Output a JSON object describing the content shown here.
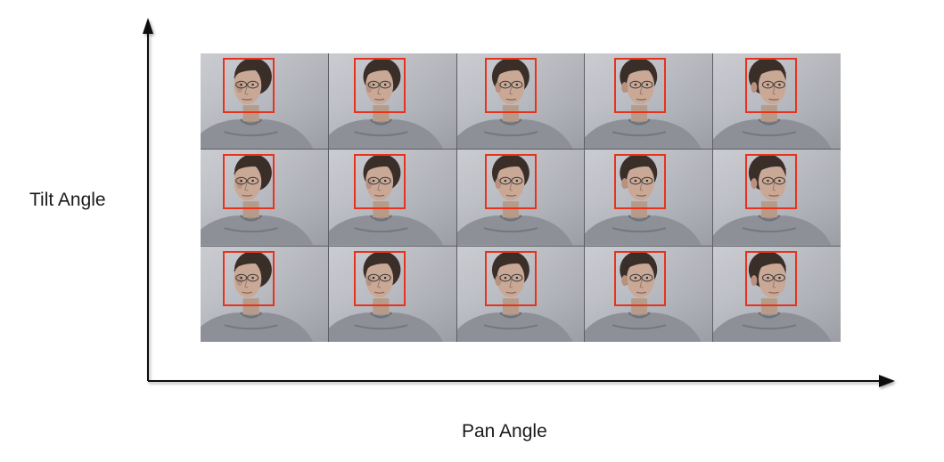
{
  "axes": {
    "y_label": "Tilt Angle",
    "x_label": "Pan Angle"
  },
  "grid": {
    "rows": 3,
    "cols": 5,
    "face_box_color": "#e8331c",
    "cells": [
      {
        "pan": 0,
        "tilt": 0,
        "face_turn": -0.55
      },
      {
        "pan": 1,
        "tilt": 0,
        "face_turn": -0.25
      },
      {
        "pan": 2,
        "tilt": 0,
        "face_turn": 0.0
      },
      {
        "pan": 3,
        "tilt": 0,
        "face_turn": 0.2
      },
      {
        "pan": 4,
        "tilt": 0,
        "face_turn": 0.5
      },
      {
        "pan": 0,
        "tilt": 1,
        "face_turn": -0.55
      },
      {
        "pan": 1,
        "tilt": 1,
        "face_turn": -0.25
      },
      {
        "pan": 2,
        "tilt": 1,
        "face_turn": 0.0
      },
      {
        "pan": 3,
        "tilt": 1,
        "face_turn": 0.2
      },
      {
        "pan": 4,
        "tilt": 1,
        "face_turn": 0.5
      },
      {
        "pan": 0,
        "tilt": 2,
        "face_turn": -0.55
      },
      {
        "pan": 1,
        "tilt": 2,
        "face_turn": -0.25
      },
      {
        "pan": 2,
        "tilt": 2,
        "face_turn": 0.0
      },
      {
        "pan": 3,
        "tilt": 2,
        "face_turn": 0.2
      },
      {
        "pan": 4,
        "tilt": 2,
        "face_turn": 0.5
      }
    ]
  },
  "colors": {
    "axis": "#111111",
    "background": "#ffffff"
  }
}
